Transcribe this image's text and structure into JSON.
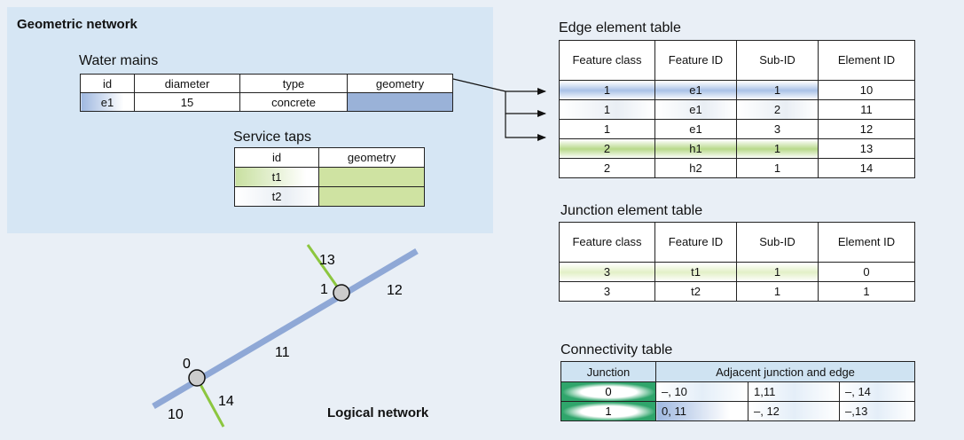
{
  "titles": {
    "geometric": "Geometric network",
    "logical": "Logical network",
    "water_mains": "Water mains",
    "service_taps": "Service taps",
    "edge_table": "Edge element table",
    "junction_table": "Junction element table",
    "connectivity_table": "Connectivity table"
  },
  "water_mains": {
    "headers": [
      "id",
      "diameter",
      "type",
      "geometry"
    ],
    "row": [
      "e1",
      "15",
      "concrete",
      ""
    ]
  },
  "service_taps": {
    "headers": [
      "id",
      "geometry"
    ],
    "rows": [
      [
        "t1",
        ""
      ],
      [
        "t2",
        ""
      ]
    ]
  },
  "edge_table": {
    "headers": [
      "Feature class",
      "Feature ID",
      "Sub-ID",
      "Element ID"
    ],
    "rows": [
      [
        "1",
        "e1",
        "1",
        "10"
      ],
      [
        "1",
        "e1",
        "2",
        "11"
      ],
      [
        "1",
        "e1",
        "3",
        "12"
      ],
      [
        "2",
        "h1",
        "1",
        "13"
      ],
      [
        "2",
        "h2",
        "1",
        "14"
      ]
    ]
  },
  "junction_table": {
    "headers": [
      "Feature class",
      "Feature ID",
      "Sub-ID",
      "Element ID"
    ],
    "rows": [
      [
        "3",
        "t1",
        "1",
        "0"
      ],
      [
        "3",
        "t2",
        "1",
        "1"
      ]
    ]
  },
  "connectivity_table": {
    "headers": [
      "Junction",
      "Adjacent junction and edge"
    ],
    "rows": [
      [
        "0",
        "–, 10",
        "1,11",
        "–, 14"
      ],
      [
        "1",
        "0, 11",
        "–, 12",
        "–,13"
      ]
    ]
  },
  "network_labels": {
    "junction_0": "0",
    "junction_1": "1",
    "edge_10": "10",
    "edge_11": "11",
    "edge_12": "12",
    "edge_13": "13",
    "edge_14": "14"
  },
  "colors": {
    "panel": "#d6e6f4",
    "main_line": "#8fa8d6",
    "tap_line": "#8cc63f",
    "junction_fill": "#cccccc",
    "geometry_blue": "#9ab2d8",
    "geometry_green": "#cfe3a2",
    "connectivity_green": "#2fa56b"
  }
}
